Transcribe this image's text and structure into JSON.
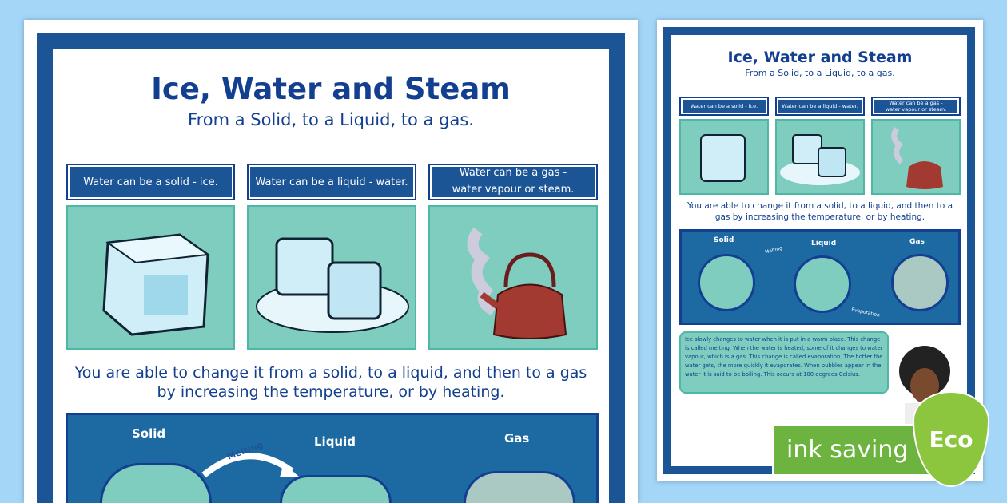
{
  "poster": {
    "title": "Ice, Water and Steam",
    "subtitle": "From a Solid, to a Liquid, to a gas.",
    "cards": [
      {
        "label": "Water can be a solid - ice.",
        "image": "ice-cube"
      },
      {
        "label": "Water can be a liquid - water.",
        "image": "melting-ice"
      },
      {
        "label": "Water can be a gas - water vapour or steam.",
        "image": "kettle-steam"
      }
    ],
    "sentence": "You are able to change it from a solid, to a liquid, and then to a gas by increasing the temperature, or by heating.",
    "states": [
      "Solid",
      "Liquid",
      "Gas"
    ],
    "arrows": [
      "Melting",
      "Evaporation"
    ],
    "explanation": "Ice slowly changes to water when it is put in a warm place. This change is called melting. When the water is heated, some of it changes to water vapour, which is a gas. This change is called evaporation. The hotter the water gets, the more quickly it evaporates. When bubbles appear in the water it is said to be boiling. This occurs at 100 degrees Celsius."
  },
  "badge": {
    "text": "ink saving",
    "eco": "Eco"
  },
  "colors": {
    "background": "#a3d6f7",
    "frame": "#1c5596",
    "teal": "#7fcdbf",
    "navy": "#123f8f",
    "eco": "#6cb33f"
  }
}
